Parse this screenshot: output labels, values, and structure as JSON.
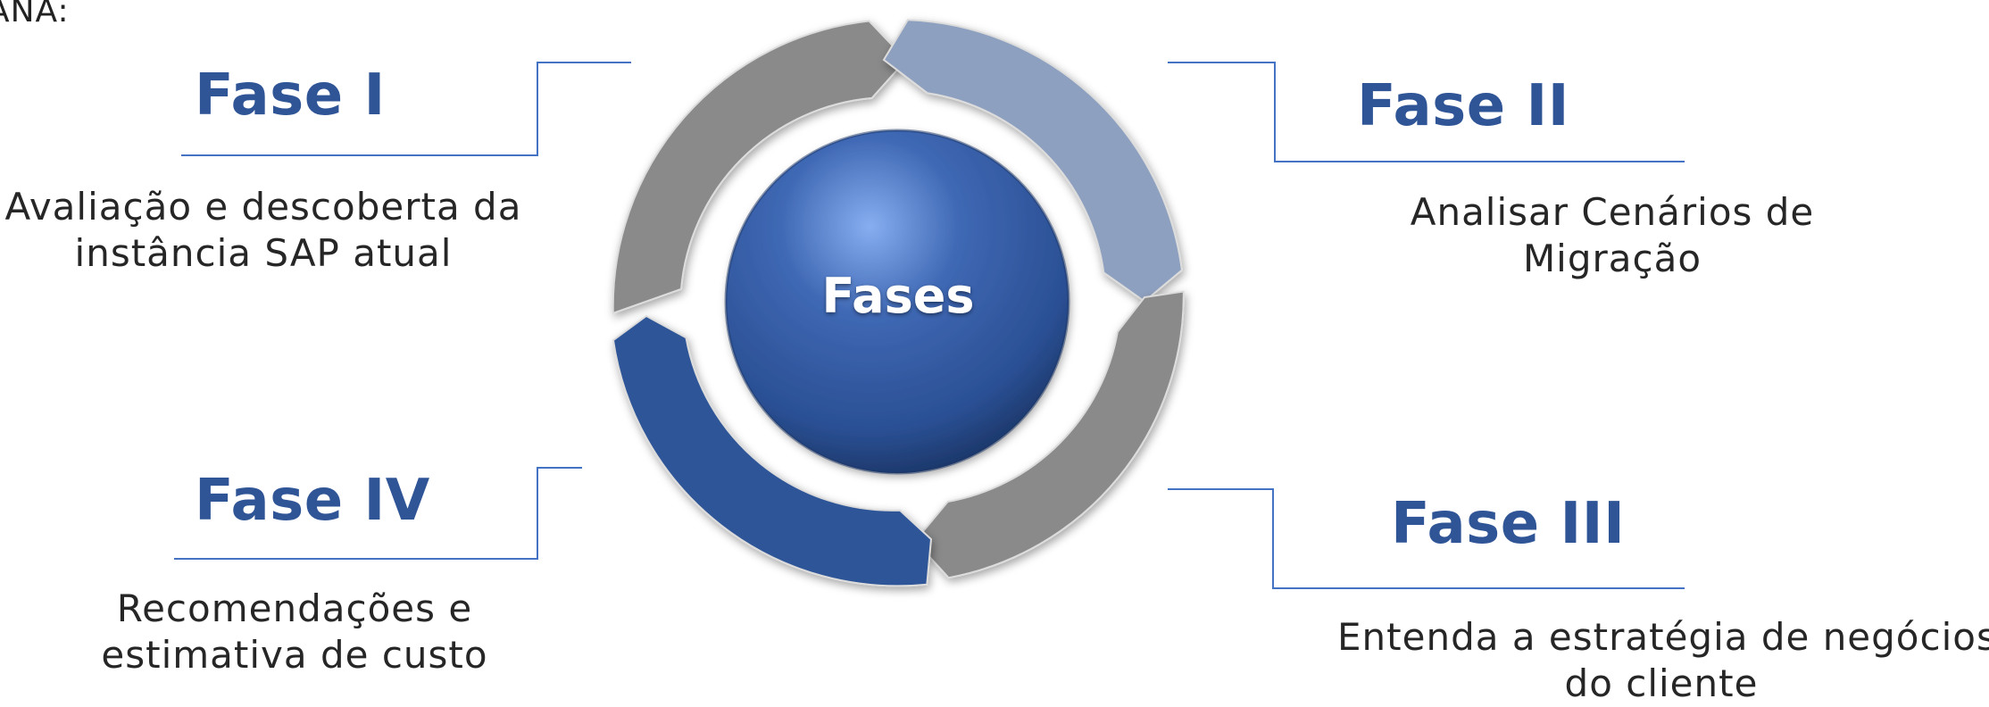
{
  "header": {
    "corner_text": "ANA:"
  },
  "diagram": {
    "center_label": "Fases",
    "phases": [
      {
        "id": "fase-1",
        "title": "Fase I",
        "desc_line1": "Avaliação e descoberta da",
        "desc_line2": "instância SAP atual",
        "color": "#8a8a8a"
      },
      {
        "id": "fase-2",
        "title": "Fase II",
        "desc_line1": "Analisar Cenários de",
        "desc_line2": "Migração",
        "color": "#8ea0bf"
      },
      {
        "id": "fase-3",
        "title": "Fase III",
        "desc_line1": "Entenda a estratégia de negócios",
        "desc_line2": "do cliente",
        "color": "#8a8a8a"
      },
      {
        "id": "fase-4",
        "title": "Fase IV",
        "desc_line1": "Recomendações e",
        "desc_line2": "estimativa de custo",
        "color": "#2f5597"
      }
    ],
    "colors": {
      "title": "#2f5597",
      "connector": "#4472c4",
      "center": "#2f5597"
    }
  }
}
